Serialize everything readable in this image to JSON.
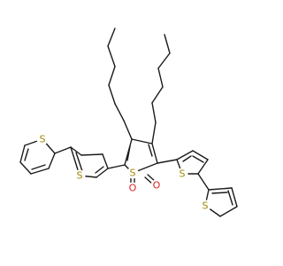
{
  "molecule": {
    "atom_labels": {
      "s_left_outer": "S",
      "s_left_inner": "S",
      "s_center": "S",
      "o_left": "O",
      "o_right": "O",
      "s_right_inner": "S",
      "s_right_outer": "S"
    },
    "colors": {
      "bond": "#1a1a1a",
      "sulfur": "#a08800",
      "oxygen": "#e02020",
      "background": "#ffffff"
    }
  }
}
